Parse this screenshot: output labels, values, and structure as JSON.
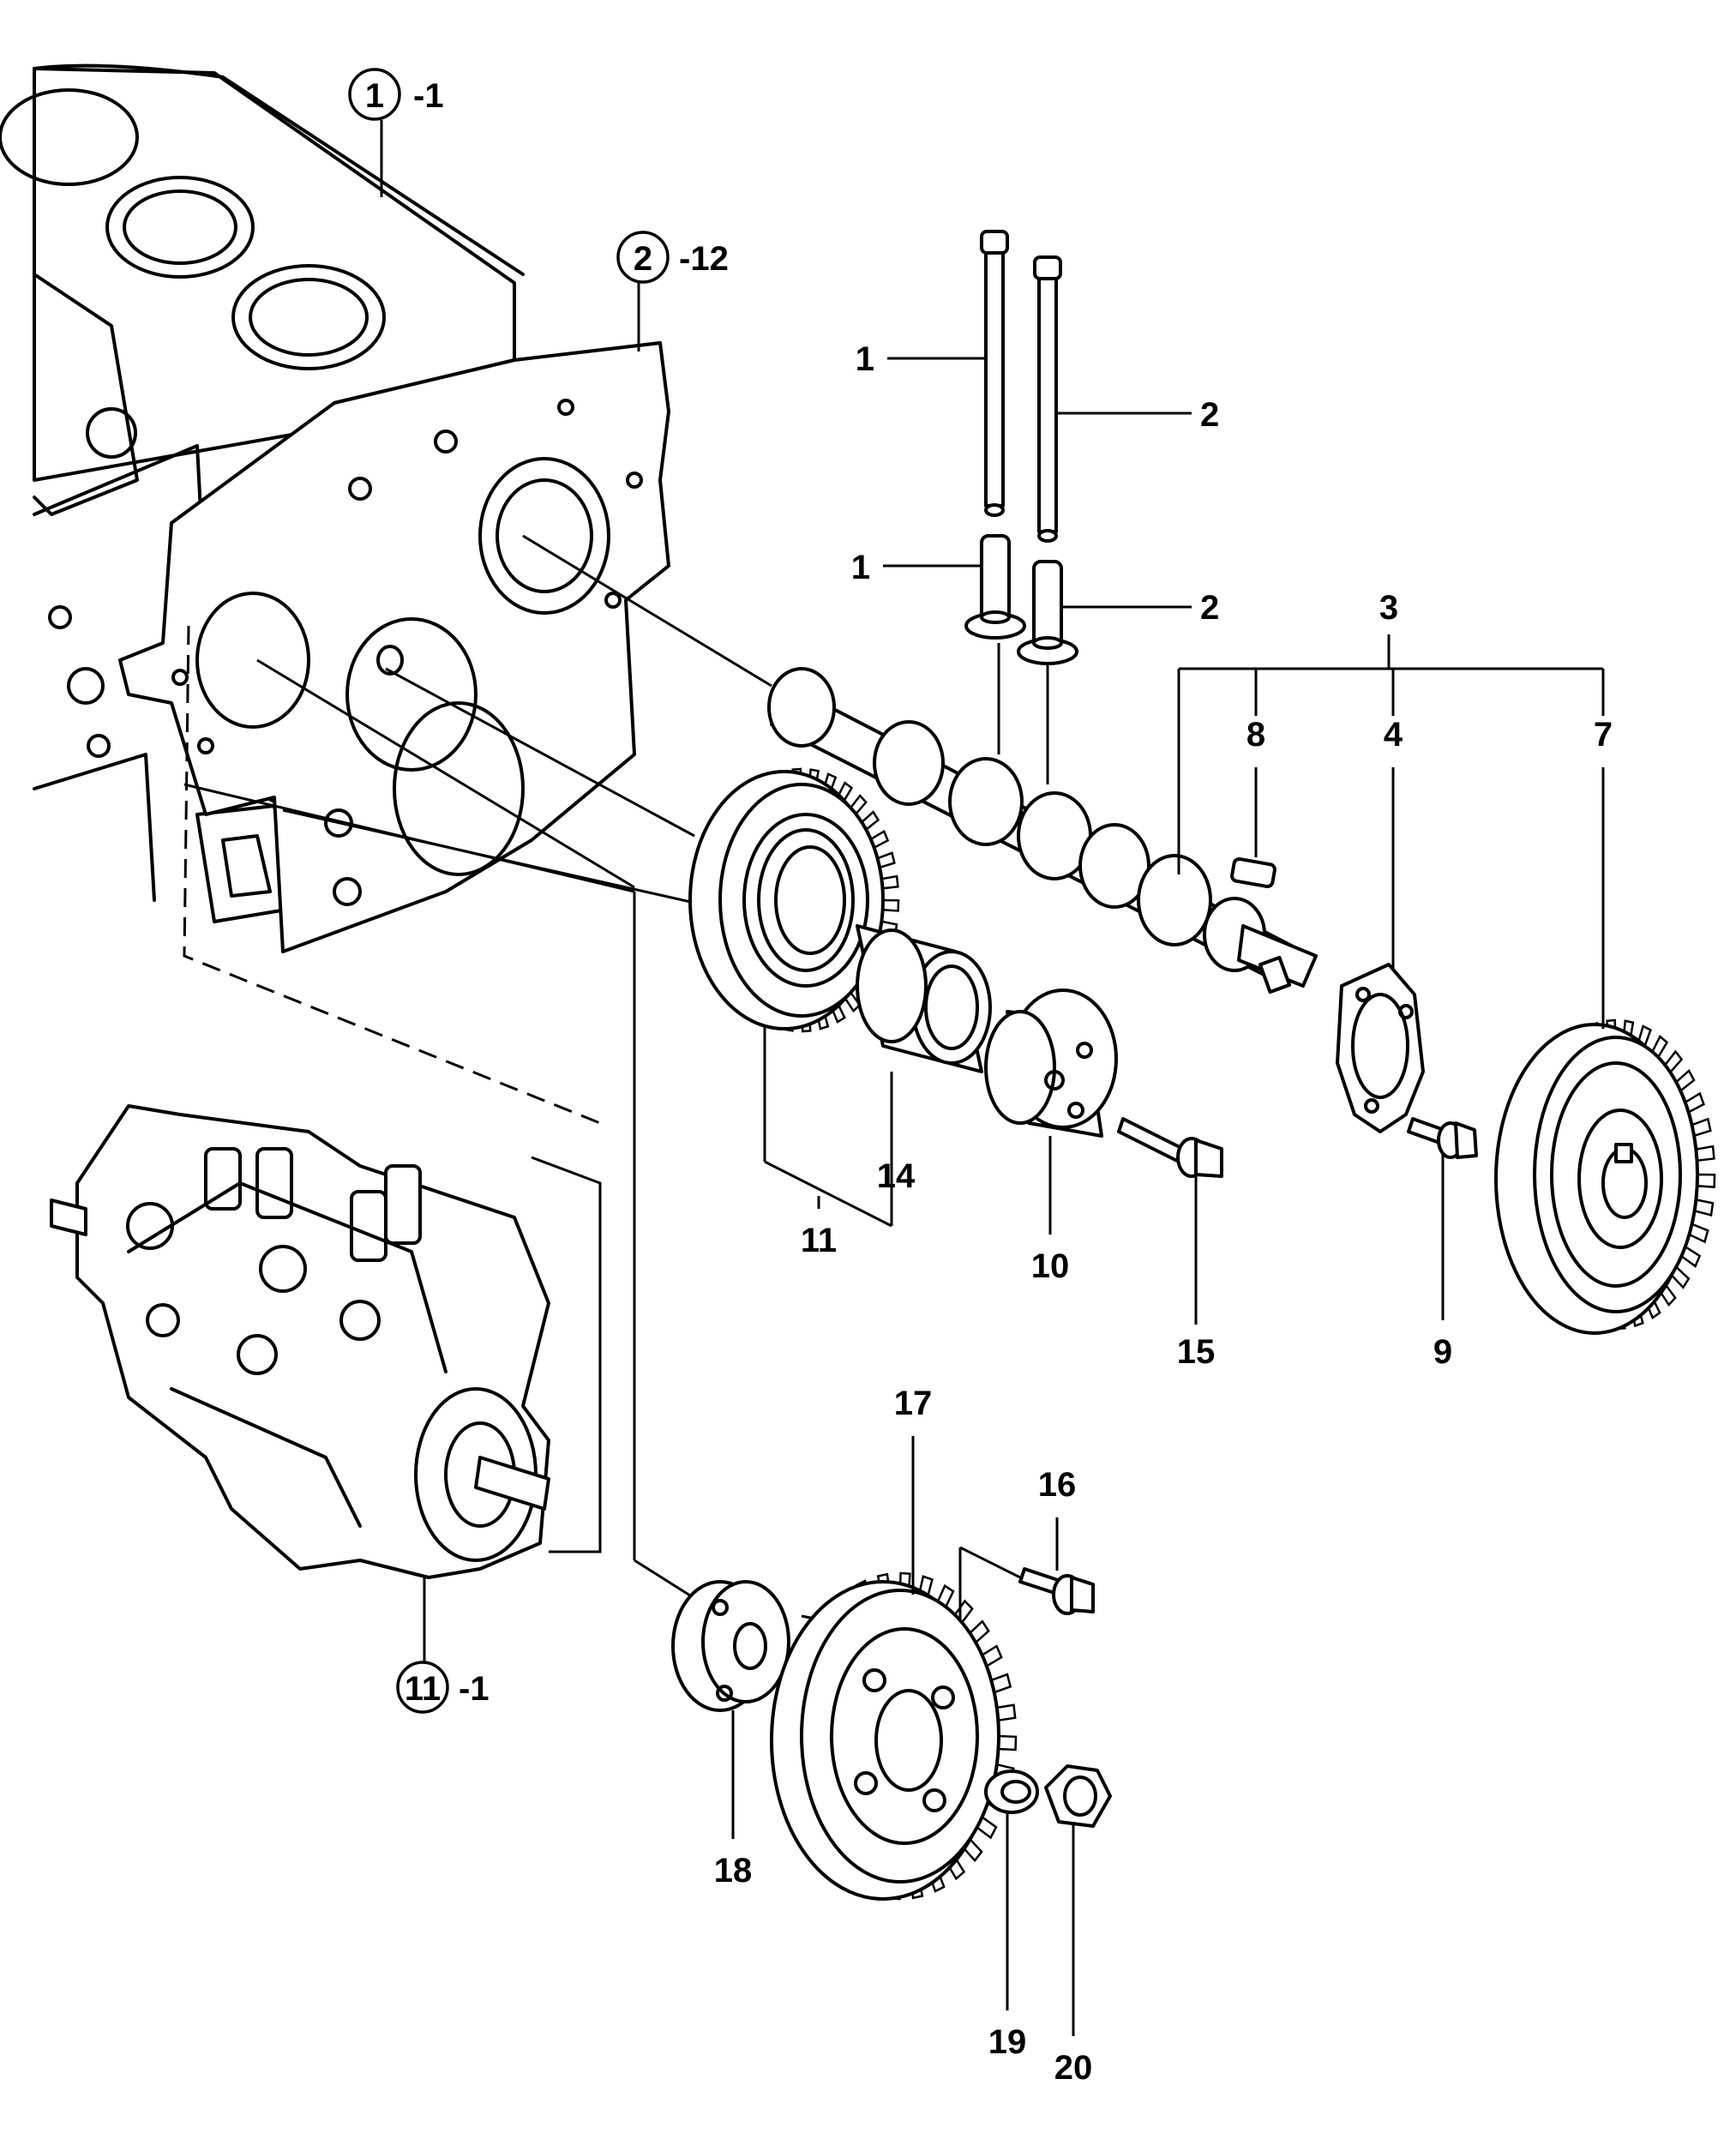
{
  "callouts": [
    {
      "id": "c1a",
      "text": "1"
    },
    {
      "id": "c1b",
      "text": "1"
    },
    {
      "id": "c2a",
      "text": "2"
    },
    {
      "id": "c2b",
      "text": "2"
    },
    {
      "id": "c3",
      "text": "3"
    },
    {
      "id": "c4",
      "text": "4"
    },
    {
      "id": "c7",
      "text": "7"
    },
    {
      "id": "c8",
      "text": "8"
    },
    {
      "id": "c9",
      "text": "9"
    },
    {
      "id": "c10",
      "text": "10"
    },
    {
      "id": "c11",
      "text": "11"
    },
    {
      "id": "c14",
      "text": "14"
    },
    {
      "id": "c15",
      "text": "15"
    },
    {
      "id": "c16",
      "text": "16"
    },
    {
      "id": "c17",
      "text": "17"
    },
    {
      "id": "c18",
      "text": "18"
    },
    {
      "id": "c19",
      "text": "19"
    },
    {
      "id": "c20",
      "text": "20"
    }
  ],
  "references": [
    {
      "id": "r1",
      "number": "1",
      "suffix": "-1"
    },
    {
      "id": "r2",
      "number": "2",
      "suffix": "-12"
    },
    {
      "id": "r11",
      "number": "11",
      "suffix": "-1"
    }
  ]
}
